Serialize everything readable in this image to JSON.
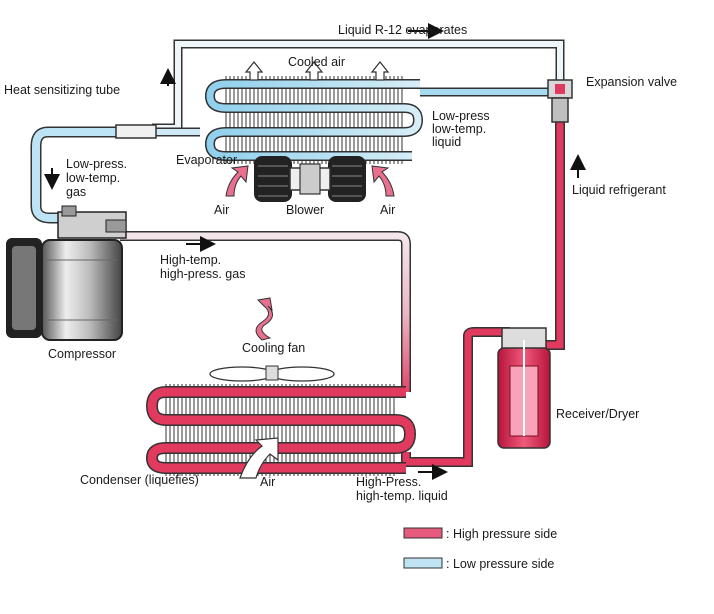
{
  "labels": {
    "liquid_evaporates": "Liquid R-12 evaporates",
    "cooled_air": "Cooled air",
    "expansion_valve": "Expansion valve",
    "heat_tube": "Heat sensitizing tube",
    "lowpress_liquid": [
      "Low-press",
      "low-temp.",
      "liquid"
    ],
    "lowpress_gas": [
      "Low-press.",
      "low-temp.",
      "gas"
    ],
    "evaporator": "Evaporator",
    "air": "Air",
    "blower": "Blower",
    "liquid_refrigerant": "Liquid refrigerant",
    "hightemp_gas": [
      "High-temp.",
      "high-press. gas"
    ],
    "compressor": "Compressor",
    "cooling_fan": "Cooling fan",
    "receiver_dryer": "Receiver/Dryer",
    "condenser": "Condenser (liquefies)",
    "highpress_liquid": [
      "High-Press.",
      "high-temp. liquid"
    ]
  },
  "legend": [
    {
      "label": ": High pressure side",
      "color": "#e65a7e"
    },
    {
      "label": ": Low pressure side",
      "color": "#bfe3f2"
    }
  ],
  "colors": {
    "high_pressure": "#e23a5e",
    "low_pressure": "#9fd6ee",
    "outline": "#333333"
  }
}
